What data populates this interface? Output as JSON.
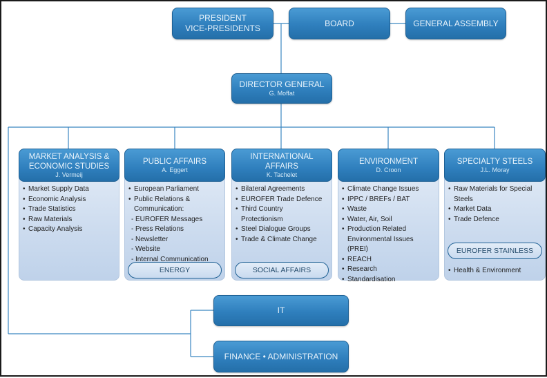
{
  "top": {
    "president": [
      "PRESIDENT",
      "VICE-PRESIDENTS"
    ],
    "board": "BOARD",
    "general_assembly": "GENERAL ASSEMBLY"
  },
  "director": {
    "title": "DIRECTOR GENERAL",
    "name": "G. Moffat"
  },
  "columns": [
    {
      "title": [
        "MARKET ANALYSIS &",
        "ECONOMIC STUDIES"
      ],
      "name": "J. Vermeij",
      "items": [
        {
          "text": "Market Supply Data"
        },
        {
          "text": "Economic Analysis"
        },
        {
          "text": "Trade Statistics"
        },
        {
          "text": "Raw Materials"
        },
        {
          "text": "Capacity Analysis"
        }
      ]
    },
    {
      "title": [
        "PUBLIC AFFAIRS"
      ],
      "name": "A. Eggert",
      "items": [
        {
          "text": "European Parliament"
        },
        {
          "text": "Public Relations &"
        },
        {
          "text": "Communication:",
          "cont": true
        },
        {
          "text": "EUROFER Messages",
          "dash": true
        },
        {
          "text": "Press Relations",
          "dash": true
        },
        {
          "text": "Newsletter",
          "dash": true
        },
        {
          "text": "Website",
          "dash": true
        },
        {
          "text": "Internal Communication",
          "dash": true
        }
      ],
      "pill": "ENERGY"
    },
    {
      "title": [
        "INTERNATIONAL",
        "AFFAIRS"
      ],
      "name": "K. Tachelet",
      "items": [
        {
          "text": "Bilateral Agreements"
        },
        {
          "text": "EUROFER Trade Defence"
        },
        {
          "text": "Third Country"
        },
        {
          "text": "Protectionism",
          "cont": true
        },
        {
          "text": "Steel Dialogue Groups"
        },
        {
          "text": "Trade & Climate Change"
        }
      ],
      "pill": "SOCIAL AFFAIRS"
    },
    {
      "title": [
        "ENVIRONMENT"
      ],
      "name": "D. Croon",
      "items": [
        {
          "text": "Climate Change Issues"
        },
        {
          "text": "IPPC / BREFs / BAT"
        },
        {
          "text": "Waste"
        },
        {
          "text": "Water, Air, Soil"
        },
        {
          "text": "Production Related"
        },
        {
          "text": "Environmental Issues (PREI)",
          "cont": true
        },
        {
          "text": "REACH"
        },
        {
          "text": "Research"
        },
        {
          "text": "Standardisation"
        }
      ]
    },
    {
      "title": [
        "SPECIALTY STEELS"
      ],
      "name": "J.L. Moray",
      "items": [
        {
          "text": "Raw Materials for Special"
        },
        {
          "text": "Steels",
          "cont": true
        },
        {
          "text": "Market Data"
        },
        {
          "text": "Trade Defence"
        }
      ],
      "pill": "EUROFER STAINLESS",
      "after_pill": "Health & Environment"
    }
  ],
  "bottom": {
    "it": "IT",
    "finance": "FINANCE • ADMINISTRATION"
  },
  "colors": {
    "box_blue": "#2f7fbd",
    "line_blue": "#3a86c0",
    "column_bg": "#cddcef"
  }
}
